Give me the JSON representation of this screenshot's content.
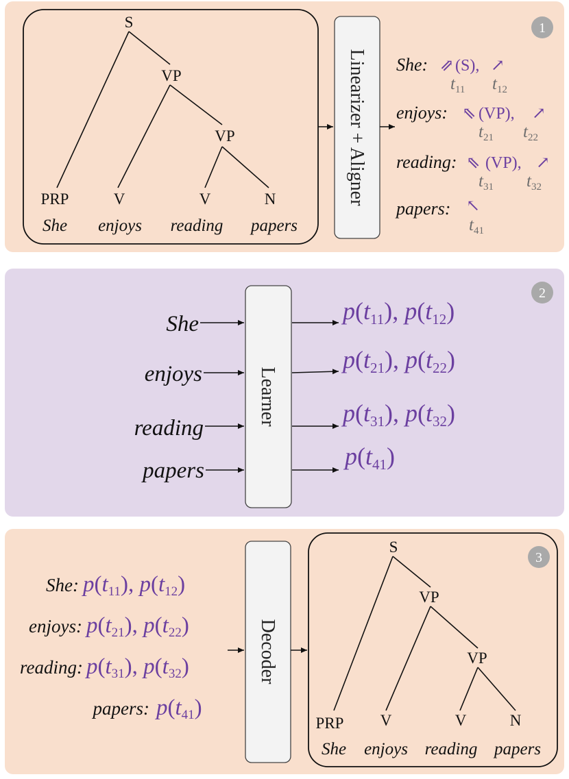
{
  "panels": [
    {
      "number": "1",
      "fill": "#f9dfcd"
    },
    {
      "number": "2",
      "fill": "#e2d7ea"
    },
    {
      "number": "3",
      "fill": "#f9dfcd"
    }
  ],
  "accent_color": "#6b3fa0",
  "tree": {
    "root": "S",
    "vp1": "VP",
    "vp2": "VP",
    "leaves": [
      {
        "tag": "PRP",
        "word": "She"
      },
      {
        "tag": "V",
        "word": "enjoys"
      },
      {
        "tag": "V",
        "word": "reading"
      },
      {
        "tag": "N",
        "word": "papers"
      }
    ]
  },
  "linearizer_label": "Linearizer + Aligner",
  "learner_label": "Learner",
  "decoder_label": "Decoder",
  "linearized": [
    {
      "word": "She:",
      "sym1": "⇗",
      "label": "(S),",
      "sym2": "↗",
      "t1": "t",
      "t1sub": "11",
      "t2": "t",
      "t2sub": "12"
    },
    {
      "word": "enjoys:",
      "sym1": "⇖",
      "label": "(VP),",
      "sym2": "↗",
      "t1": "t",
      "t1sub": "21",
      "t2": "t",
      "t2sub": "22"
    },
    {
      "word": "reading:",
      "sym1": "⇖",
      "label": "(VP),",
      "sym2": "↗",
      "t1": "t",
      "t1sub": "31",
      "t2": "t",
      "t2sub": "32"
    },
    {
      "word": "papers:",
      "sym1": "↖",
      "label": "",
      "sym2": "",
      "t1": "t",
      "t1sub": "41",
      "t2": "",
      "t2sub": ""
    }
  ],
  "learner_inputs": [
    "She",
    "enjoys",
    "reading",
    "papers"
  ],
  "probabilities": [
    [
      {
        "p": "p",
        "t": "t",
        "sub": "11"
      },
      {
        "p": "p",
        "t": "t",
        "sub": "12"
      }
    ],
    [
      {
        "p": "p",
        "t": "t",
        "sub": "21"
      },
      {
        "p": "p",
        "t": "t",
        "sub": "22"
      }
    ],
    [
      {
        "p": "p",
        "t": "t",
        "sub": "31"
      },
      {
        "p": "p",
        "t": "t",
        "sub": "32"
      }
    ],
    [
      {
        "p": "p",
        "t": "t",
        "sub": "41"
      }
    ]
  ],
  "decoder_inputs": [
    "She:",
    "enjoys:",
    "reading:",
    "papers:"
  ]
}
